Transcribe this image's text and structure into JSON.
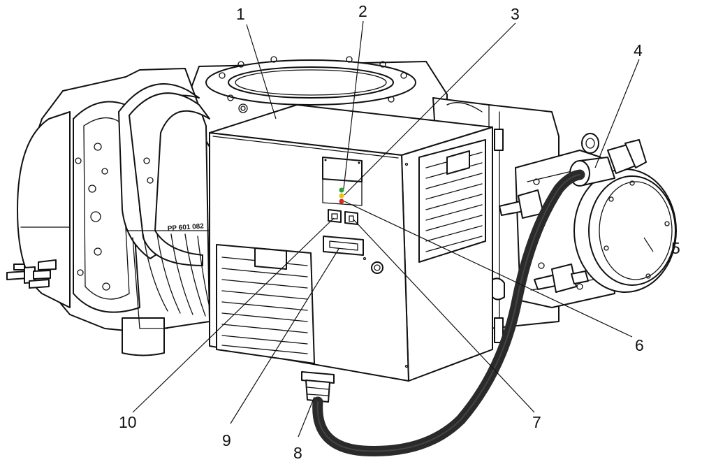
{
  "stamp_text": "PP 601 082",
  "callouts": [
    {
      "id": "1",
      "label": "1"
    },
    {
      "id": "2",
      "label": "2"
    },
    {
      "id": "3",
      "label": "3"
    },
    {
      "id": "4",
      "label": "4"
    },
    {
      "id": "5",
      "label": "5"
    },
    {
      "id": "6",
      "label": "6"
    },
    {
      "id": "7",
      "label": "7"
    },
    {
      "id": "8",
      "label": "8"
    },
    {
      "id": "9",
      "label": "9"
    },
    {
      "id": "10",
      "label": "10"
    }
  ],
  "led_colors": {
    "green": "#2f9e3a",
    "yellow": "#e8c21a",
    "red": "#d42a1f"
  },
  "line_color": "#111111",
  "cable_color": "#2a2a2a"
}
